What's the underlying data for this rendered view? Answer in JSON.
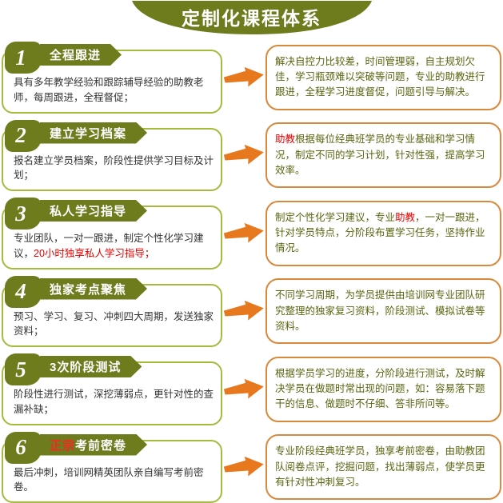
{
  "banner": {
    "title": "定制化课程体系"
  },
  "colors": {
    "olive": "#6e7c1e",
    "left_border": "#a6bb3e",
    "right_border": "#d9893c",
    "arrow": "#e8781e",
    "red": "#e60000",
    "right_text": "#5a650f",
    "left_text": "#333333"
  },
  "icons": {
    "arrow": "brush-arrow-right"
  },
  "items": [
    {
      "number": "1",
      "title": [
        {
          "text": "全程跟进",
          "red": false
        }
      ],
      "desc": [
        {
          "text": "具有多年教学经验和跟踪辅导经验的助教老师，每周跟进，全程督促；",
          "red": false
        }
      ],
      "detail": [
        {
          "text": "解决自控力比较差，时间管理弱，自主规划欠佳，学习瓶颈难以突破等问题，专业的助教进行跟进，全程学习进度督促，问题引导与解决。",
          "red": false
        }
      ]
    },
    {
      "number": "2",
      "title": [
        {
          "text": "建立学习档案",
          "red": false
        }
      ],
      "desc": [
        {
          "text": "报名建立学员档案，阶段性提供学习目标及计划；",
          "red": false
        }
      ],
      "detail": [
        {
          "text": "助教",
          "red": true
        },
        {
          "text": "根据每位经典班学员的专业基础和学习情况，制定不同的学习计划，针对性强，提高学习效率。",
          "red": false
        }
      ]
    },
    {
      "number": "3",
      "title": [
        {
          "text": "私人学习指导",
          "red": false
        }
      ],
      "desc": [
        {
          "text": "专业团队，一对一跟进，制定个性化学习建议，",
          "red": false
        },
        {
          "text": "20小时独享私人学习指导；",
          "red": true
        }
      ],
      "detail": [
        {
          "text": "制定个性化学习建议，专业",
          "red": false
        },
        {
          "text": "助教",
          "red": true
        },
        {
          "text": "，一对一跟进，针对学员特点，分阶段布置学习任务，坚持作业情况。",
          "red": false
        }
      ]
    },
    {
      "number": "4",
      "title": [
        {
          "text": "独家考点聚焦",
          "red": false
        }
      ],
      "desc": [
        {
          "text": "预习、学习、复习、冲刺四大周期，发送独家资料；",
          "red": false
        }
      ],
      "detail": [
        {
          "text": "不同学习周期，为学员提供由培训网专业团队研究整理的独家复习资料，阶段测试、模拟试卷等资料。",
          "red": false
        }
      ]
    },
    {
      "number": "5",
      "title": [
        {
          "text": "3次阶段测试",
          "red": false
        }
      ],
      "desc": [
        {
          "text": "阶段性进行测试，深挖薄弱点，更针对性的查漏补缺；",
          "red": false
        }
      ],
      "detail": [
        {
          "text": "根据学员学习的进度，分阶段进行测试，及时解决学员在做题时常出现的问题，如：容易落下题干的信息、做题时不仔细、答非所问等。",
          "red": false
        }
      ]
    },
    {
      "number": "6",
      "title": [
        {
          "text": "正宗",
          "red": true
        },
        {
          "text": "考前密卷",
          "red": false
        }
      ],
      "desc": [
        {
          "text": "最后冲刺，培训网精英团队亲自编写考前密卷。",
          "red": false
        }
      ],
      "detail": [
        {
          "text": "专业阶段经典班学员，独享考前密卷，由助教团队阅卷点评，挖掘问题，找出薄弱点，使学员更有针对性冲刺复习。",
          "red": false
        }
      ]
    }
  ]
}
